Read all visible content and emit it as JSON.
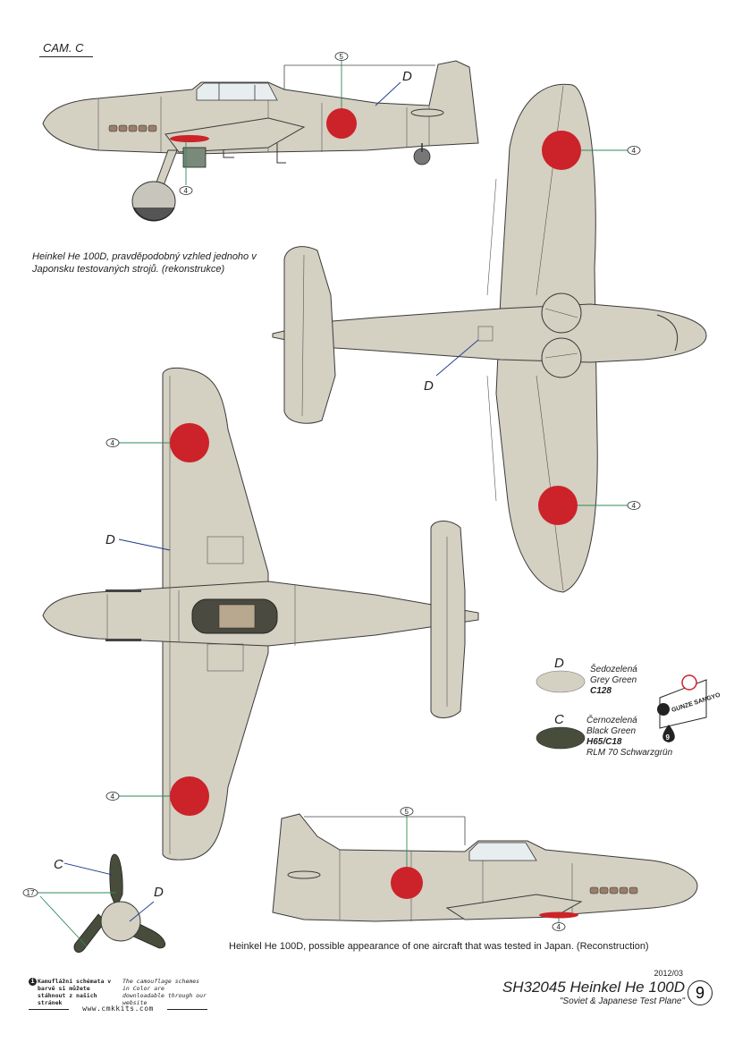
{
  "scheme_label": "CAM. C",
  "caption_cz": "Heinkel He 100D, pravděpodobný vzhled jednoho v Japonsku testovaných strojů. (rekonstrukce)",
  "caption_en": "Heinkel He 100D, possible appearance of one aircraft that was tested in Japan. (Reconstruction)",
  "callouts": {
    "d": "D",
    "c": "C",
    "n4": "4",
    "n5": "5",
    "n17": "17"
  },
  "colors": {
    "D": "#d4d0c2",
    "C": "#474c3b",
    "hinomaru": "#cc2229",
    "outline": "#3a3a3a"
  },
  "legend": [
    {
      "letter": "D",
      "name_cz": "Šedozelená",
      "name_en": "Grey Green",
      "code": "C128",
      "swatch": "#d4d0c2"
    },
    {
      "letter": "C",
      "name_cz": "Černozelená",
      "name_en": "Black Green",
      "code": "H65/C18",
      "rlm": "RLM 70 Schwarzgrün",
      "swatch": "#474c3b"
    }
  ],
  "brand": {
    "logo_text": "GUNZE SANGYO",
    "badge": "9"
  },
  "info": {
    "cz": "Kamuflážní schémata v barvě si můžete stáhnout z našich stránek",
    "en": "The camouflage schemes in Color are downloadable through our website",
    "url": "www.cmkkits.com"
  },
  "title": {
    "year": "2012/03",
    "main": "SH32045 Heinkel He 100D",
    "sub": "\"Soviet & Japanese Test Plane\"",
    "page": "9"
  }
}
